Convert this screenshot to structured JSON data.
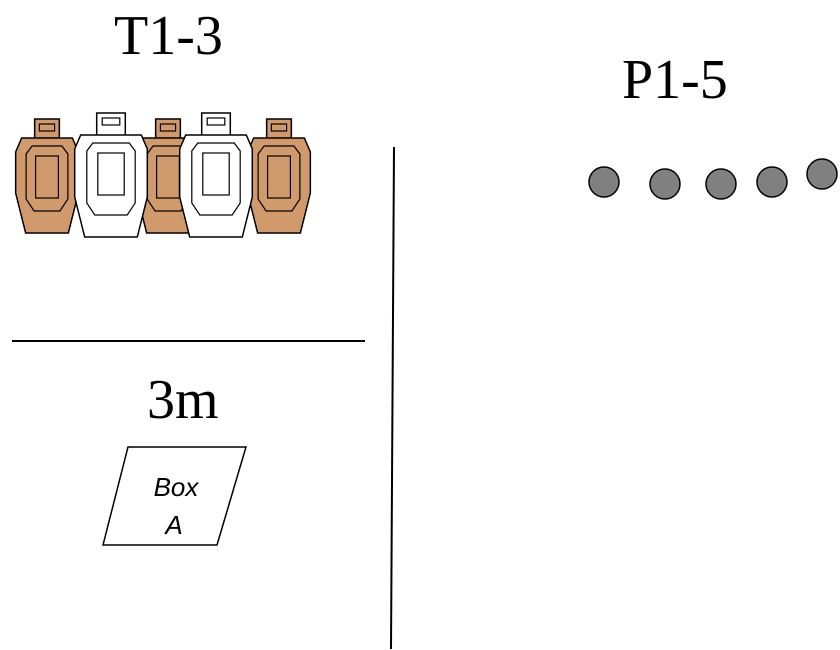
{
  "targets": {
    "label": "T1-3",
    "colors": {
      "no_shoot": "#ffffff",
      "shoot": "#d09a6c",
      "outline": "#000000"
    },
    "items": [
      {
        "type": "shoot"
      },
      {
        "type": "no_shoot"
      },
      {
        "type": "shoot"
      },
      {
        "type": "no_shoot"
      },
      {
        "type": "shoot"
      }
    ]
  },
  "poppers": {
    "label": "P1-5",
    "color": "#808080",
    "count": 5
  },
  "fault_line": {
    "distance_label": "3m"
  },
  "box": {
    "line1": "Box",
    "line2": "A"
  }
}
